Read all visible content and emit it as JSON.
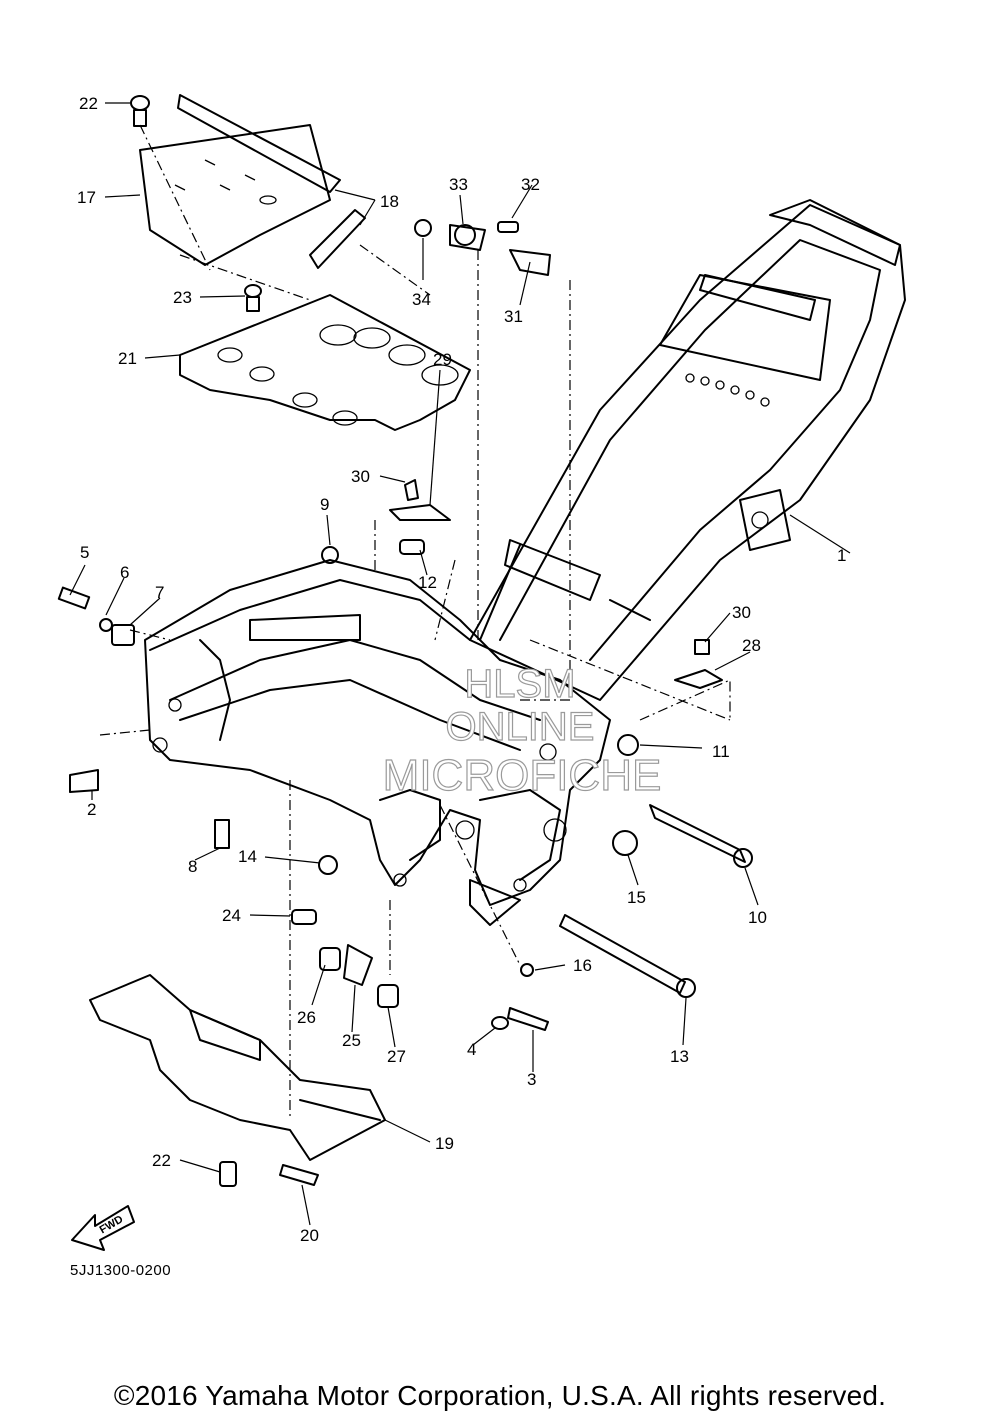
{
  "diagram_code": "5JJ1300-0200",
  "copyright": "©2016 Yamaha Motor Corporation, U.S.A. All rights reserved.",
  "fwd_label": "FWD",
  "watermark": {
    "line1": "HLSM",
    "line2": "ONLINE",
    "line3": "MICROFICHE"
  },
  "callouts": {
    "c1": "1",
    "c2": "2",
    "c3": "3",
    "c4": "4",
    "c5": "5",
    "c6": "6",
    "c7": "7",
    "c8": "8",
    "c9": "9",
    "c10": "10",
    "c11": "11",
    "c12": "12",
    "c13": "13",
    "c14": "14",
    "c15": "15",
    "c16": "16",
    "c17": "17",
    "c18": "18",
    "c19": "19",
    "c20": "20",
    "c21": "21",
    "c22a": "22",
    "c22b": "22",
    "c23": "23",
    "c24": "24",
    "c25": "25",
    "c26": "26",
    "c27": "27",
    "c28": "28",
    "c29": "29",
    "c30a": "30",
    "c30b": "30",
    "c31": "31",
    "c32": "32",
    "c33": "33",
    "c34": "34"
  }
}
